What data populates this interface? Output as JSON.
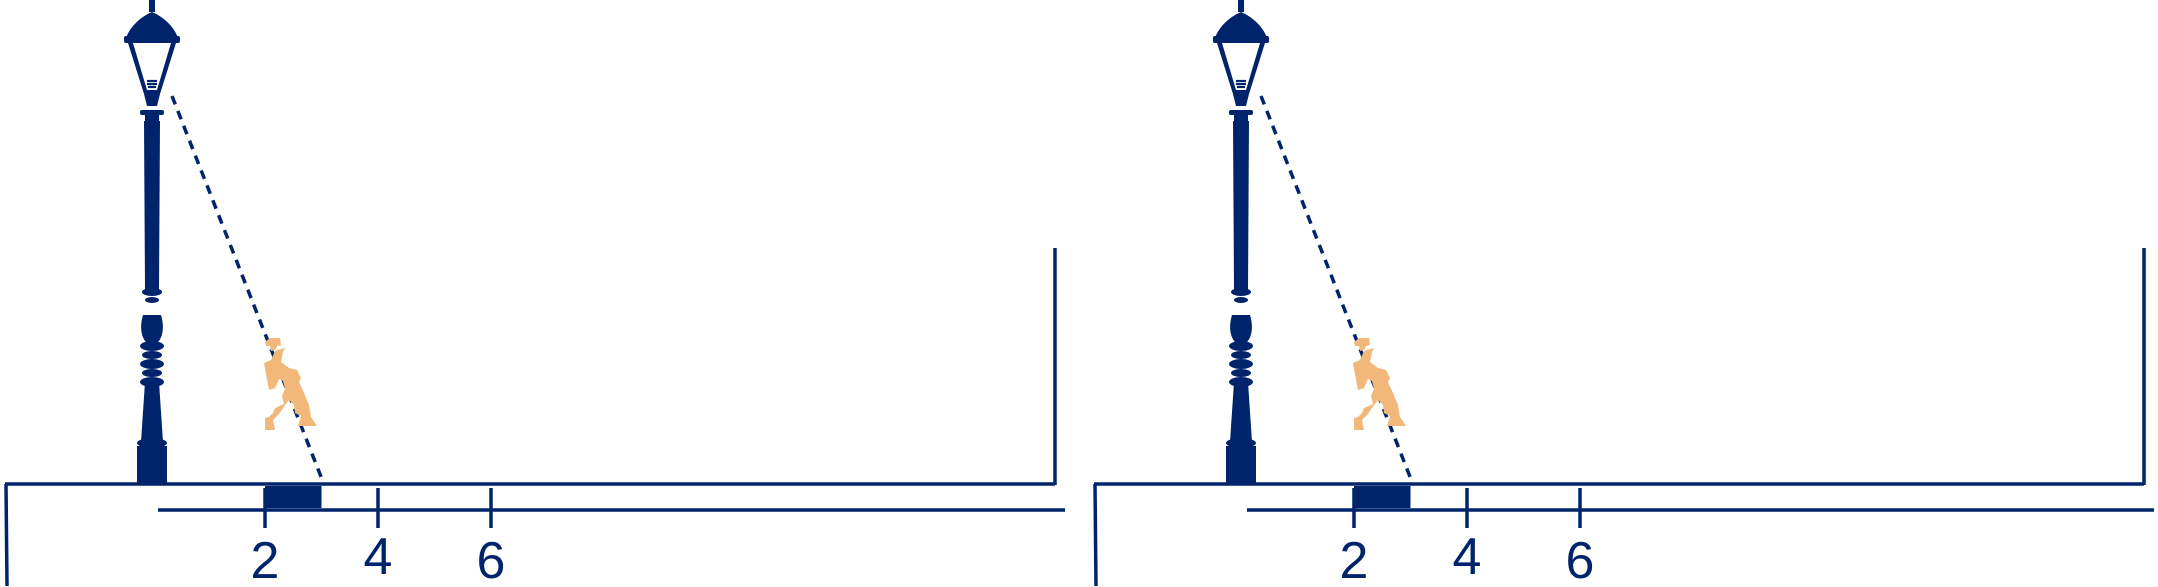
{
  "colors": {
    "navy": "#00246b",
    "person": "#f2b879",
    "background": "#ffffff",
    "bulb_glass": "#ffffff"
  },
  "icons": {
    "lamp": "street-lamp-icon",
    "bulb": "light-bulb-icon",
    "person": "walking-person-icon"
  },
  "panels": [
    {
      "id": "left",
      "ticks": [
        {
          "value": 2,
          "label": "2"
        },
        {
          "value": 4,
          "label": "4"
        },
        {
          "value": 6,
          "label": "6"
        }
      ],
      "shadow": {
        "start": 2,
        "end": 3
      }
    },
    {
      "id": "right",
      "ticks": [
        {
          "value": 2,
          "label": "2"
        },
        {
          "value": 4,
          "label": "4"
        },
        {
          "value": 6,
          "label": "6"
        }
      ],
      "shadow": {
        "start": 2,
        "end": 3
      }
    }
  ]
}
